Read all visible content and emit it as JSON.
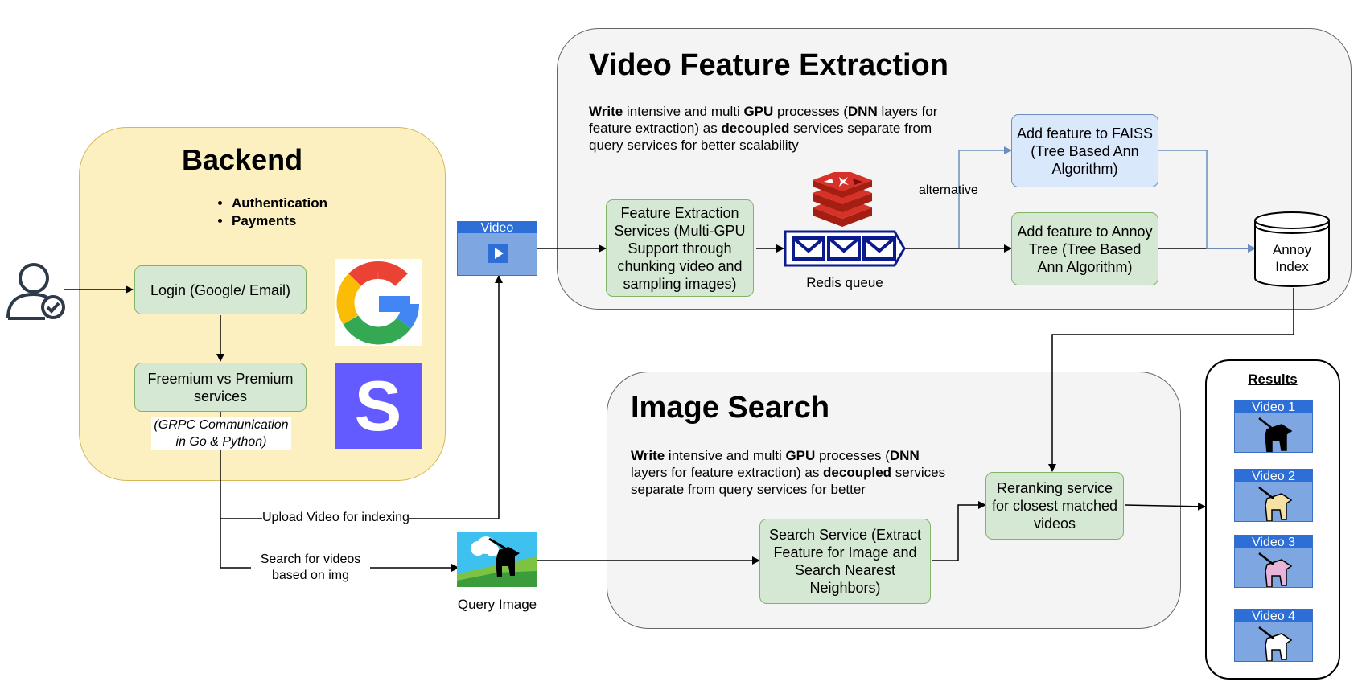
{
  "backend": {
    "title": "Backend",
    "bullets": [
      "Authentication",
      "Payments"
    ],
    "login": "Login (Google/ Email)",
    "services": "Freemium vs Premium services",
    "grpc_note": "(GRPC Communication in Go & Python)"
  },
  "video_feature_extraction": {
    "title": "Video Feature Extraction",
    "desc_parts": [
      {
        "t": "Write",
        "b": true
      },
      {
        "t": " intensive and multi ",
        "b": false
      },
      {
        "t": "GPU",
        "b": true
      },
      {
        "t": " processes (",
        "b": false
      },
      {
        "t": "DNN",
        "b": true
      },
      {
        "t": " layers for feature extraction) as ",
        "b": false
      },
      {
        "t": "decoupled",
        "b": true
      },
      {
        "t": " services separate from query services for better scalability",
        "b": false
      }
    ],
    "feature_service": "Feature Extraction Services (Multi-GPU Support through chunking video and sampling images)",
    "queue_label": "Redis queue",
    "alternative_label": "alternative",
    "faiss": "Add feature to FAISS (Tree Based Ann Algorithm)",
    "annoy_tree": "Add feature to Annoy Tree (Tree Based Ann Algorithm)",
    "annoy_index": "Annoy Index"
  },
  "image_search": {
    "title": "Image Search",
    "desc_parts": [
      {
        "t": "Write",
        "b": true
      },
      {
        "t": " intensive and multi ",
        "b": false
      },
      {
        "t": "GPU",
        "b": true
      },
      {
        "t": " processes (",
        "b": false
      },
      {
        "t": "DNN",
        "b": true
      },
      {
        "t": " layers for feature extraction) as ",
        "b": false
      },
      {
        "t": "decoupled",
        "b": true
      },
      {
        "t": " services separate from query services for better",
        "b": false
      }
    ],
    "search_service": "Search Service (Extract Feature for Image and Search Nearest Neighbors)",
    "reranking": "Reranking service for closest matched videos"
  },
  "video_icon_label": "Video",
  "query_image_label": "Query Image",
  "upload_label": "Upload Video for indexing",
  "search_label": "Search for videos based on img",
  "results": {
    "title": "Results",
    "items": [
      "Video 1",
      "Video 2",
      "Video 3",
      "Video 4"
    ]
  },
  "colors": {
    "green_fill": "#d5e8d4",
    "green_stroke": "#82b366",
    "blue_fill": "#dae8fc",
    "blue_stroke": "#6c8ebf",
    "backend_fill": "#fdf0c0",
    "backend_stroke": "#d6b656",
    "redis_red": "#d6322a",
    "queue_navy": "#0b1a8c",
    "stripe_purple": "#635bff"
  }
}
